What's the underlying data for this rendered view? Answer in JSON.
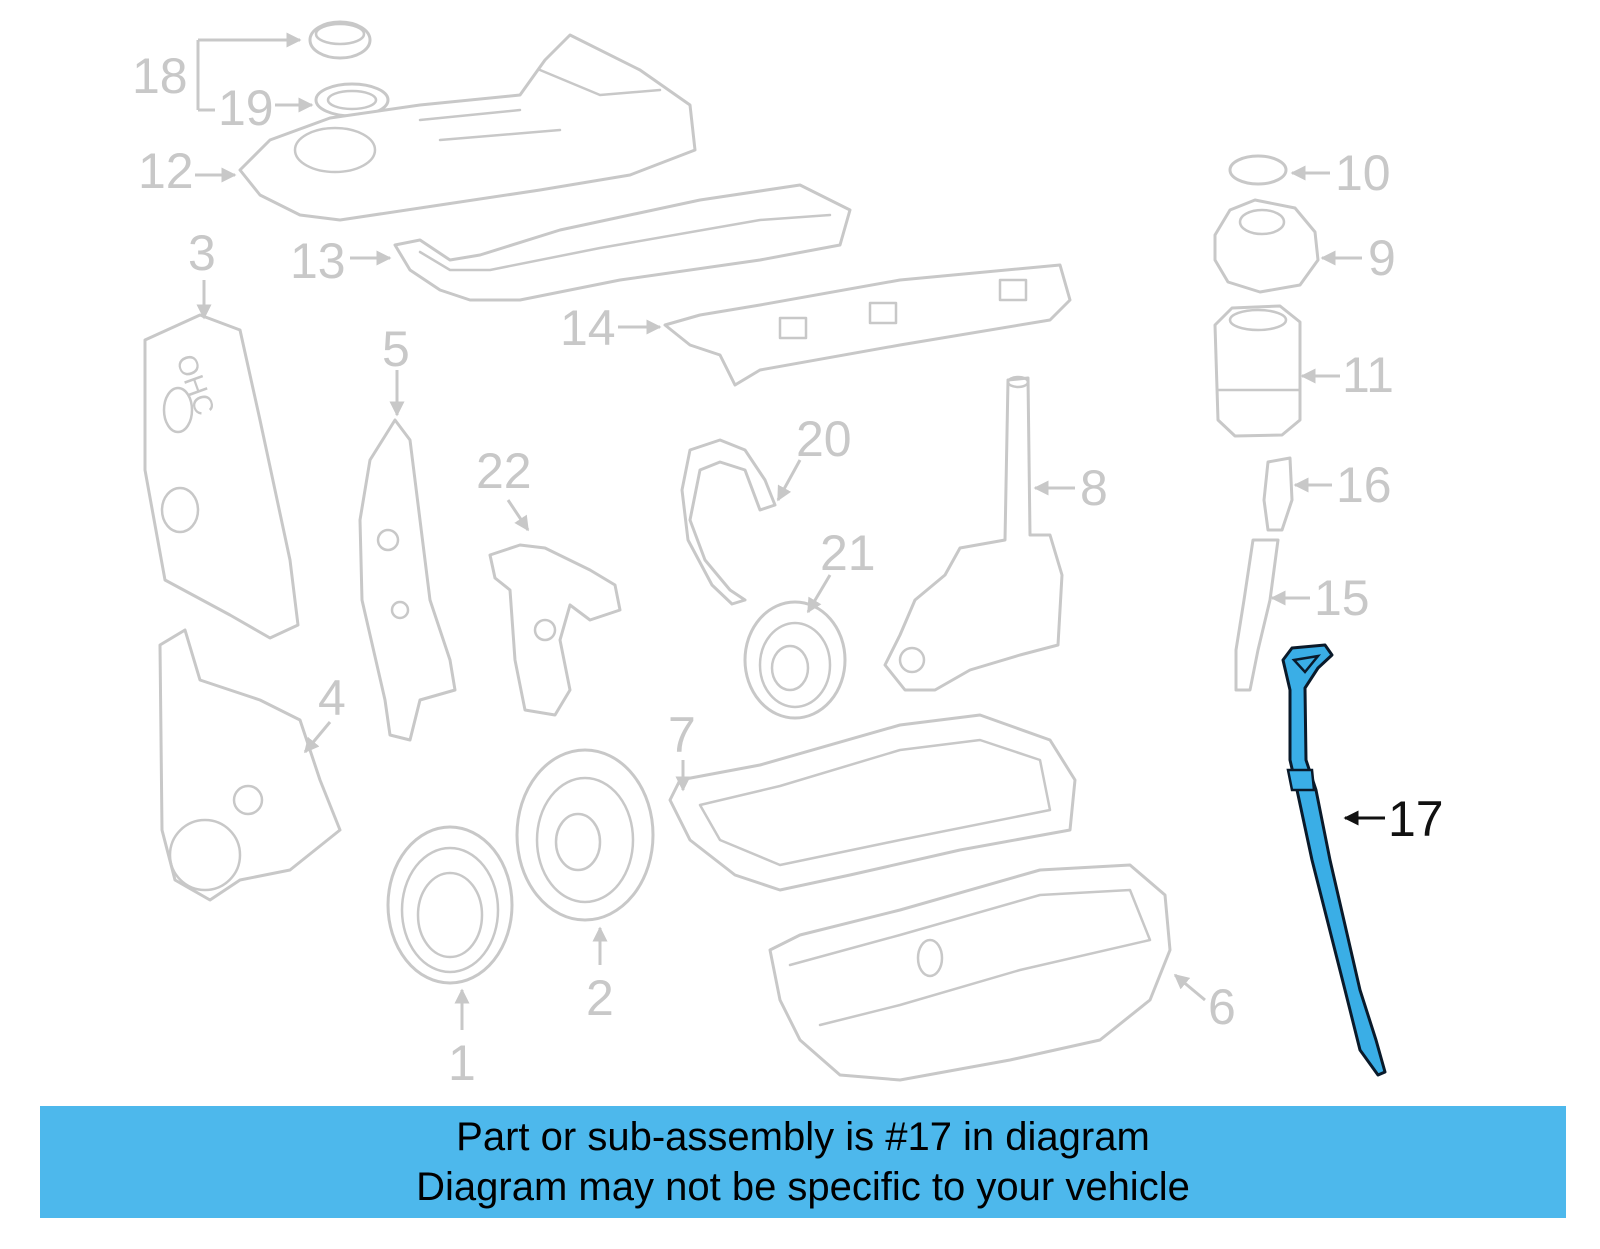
{
  "diagram": {
    "highlighted_part": "17",
    "callouts": [
      "1",
      "2",
      "3",
      "4",
      "5",
      "6",
      "7",
      "8",
      "9",
      "10",
      "11",
      "12",
      "13",
      "14",
      "15",
      "16",
      "17",
      "18",
      "19",
      "20",
      "21",
      "22"
    ],
    "cover_stamp": "OHC",
    "colors": {
      "highlight_fill": "#3aaee6",
      "banner_background": "#4db8ec",
      "faded_part": "#c8c8c8",
      "highlight_label": "#111111"
    }
  },
  "banner": {
    "line1": "Part or sub-assembly is #17 in diagram",
    "line2": "Diagram may not be specific to your vehicle"
  }
}
